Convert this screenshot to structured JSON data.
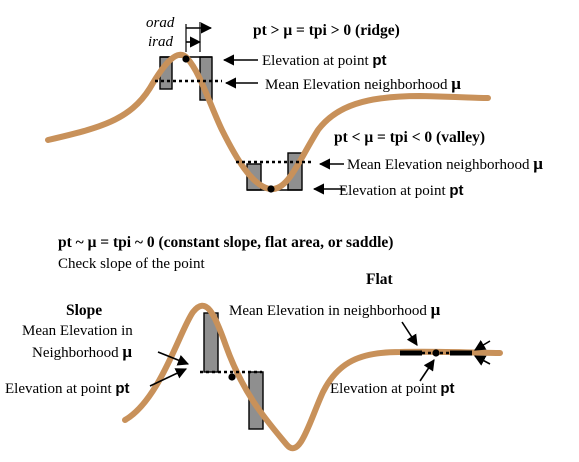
{
  "ridge": {
    "condition": "pt > μ = tpi > 0 (ridge)",
    "orad": "orad",
    "irad": "irad",
    "elev_text": "Elevation at point ",
    "elev_pt": "pt",
    "mean_text": "Mean Elevation neighborhood ",
    "mean_mu": "μ"
  },
  "valley": {
    "condition": "pt < μ = tpi  < 0 (valley)",
    "mean_text": "Mean Elevation neighborhood ",
    "mean_mu": "μ",
    "elev_text": "Elevation at point ",
    "elev_pt": "pt"
  },
  "flat_case": {
    "condition": "pt ~ μ = tpi ~ 0 (constant slope, flat area, or saddle)",
    "subtitle": "Check slope of the point"
  },
  "slope": {
    "title": "Slope",
    "mean_line1": "Mean Elevation in",
    "mean_line2": "Neighborhood ",
    "mean_mu": "μ",
    "elev_text": "Elevation at point ",
    "elev_pt": "pt"
  },
  "flat": {
    "title": "Flat",
    "mean_text": "Mean Elevation in neighborhood  ",
    "mean_mu": "μ",
    "elev_text": "Elevation at point ",
    "elev_pt": "pt"
  },
  "colors": {
    "terrain": "#c8915a",
    "neighborhood_fill": "#8f8f8f",
    "ink": "#000000"
  }
}
